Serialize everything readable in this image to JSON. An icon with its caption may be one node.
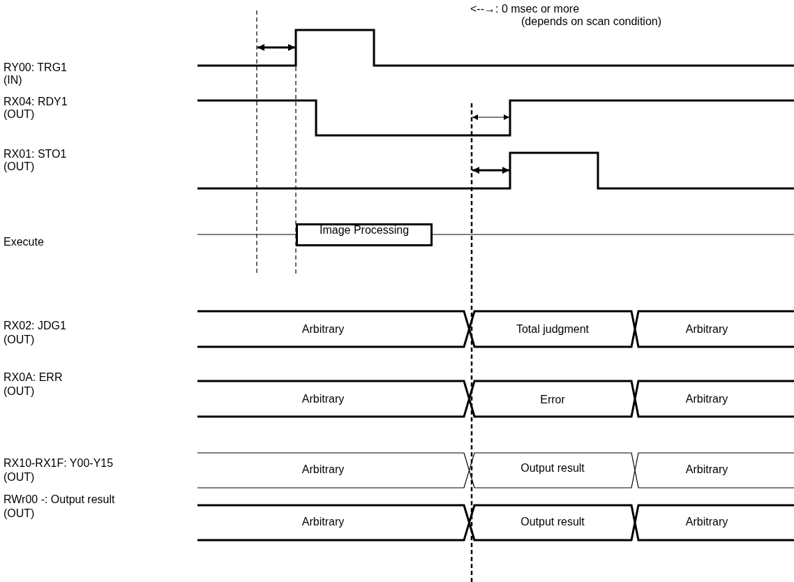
{
  "diagram": {
    "nodes": [
      {
        "text": [
          "Image Processing"
        ]
      }
    ],
    "labels": [
      "<--→: 0 msec or more",
      "(depends on scan condition)",
      "RY00: TRG1",
      "(IN)",
      "RX04: RDY1",
      "(OUT)",
      "RX01: STO1",
      "(OUT)",
      "Execute",
      "RX02: JDG1",
      "(OUT)",
      "Arbitrary",
      "Total judgment",
      "Arbitrary",
      "RX0A: ERR",
      "(OUT)",
      "Arbitrary",
      "Error",
      "Arbitrary",
      "RX10-RX1F: Y00-Y15",
      "(OUT)",
      "Arbitrary",
      "Output result",
      "Arbitrary",
      "RWr00 -: Output result",
      "(OUT)",
      "Arbitrary",
      "Output result",
      "Arbitrary"
    ]
  }
}
